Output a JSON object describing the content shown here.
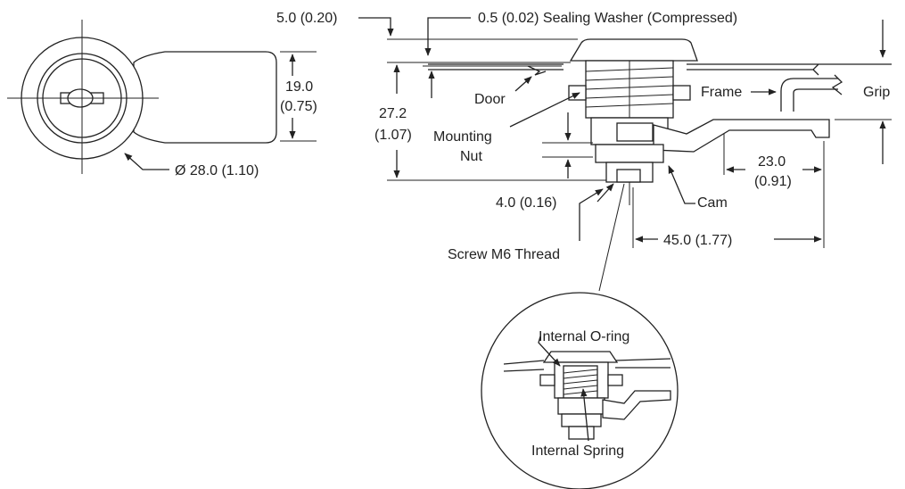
{
  "front_view": {
    "height_dim": "19.0",
    "height_dim_in": "(0.75)",
    "diameter_dim": "Ø 28.0 (1.10)"
  },
  "side_view": {
    "flange_dim": "5.0 (0.20)",
    "washer_label": "0.5 (0.02) Sealing Washer (Compressed)",
    "overall_dim": "27.2",
    "overall_dim_in": "(1.07)",
    "door_label": "Door",
    "frame_label": "Frame",
    "grip_label": "Grip",
    "nut_label_1": "Mounting",
    "nut_label_2": "Nut",
    "cam_offset_dim": "23.0",
    "cam_offset_dim_in": "(0.91)",
    "screw_dim": "4.0 (0.16)",
    "cam_label": "Cam",
    "thread_label": "Screw M6 Thread",
    "cam_length_dim": "45.0 (1.77)"
  },
  "detail_view": {
    "oring_label": "Internal O-ring",
    "spring_label": "Internal Spring"
  }
}
